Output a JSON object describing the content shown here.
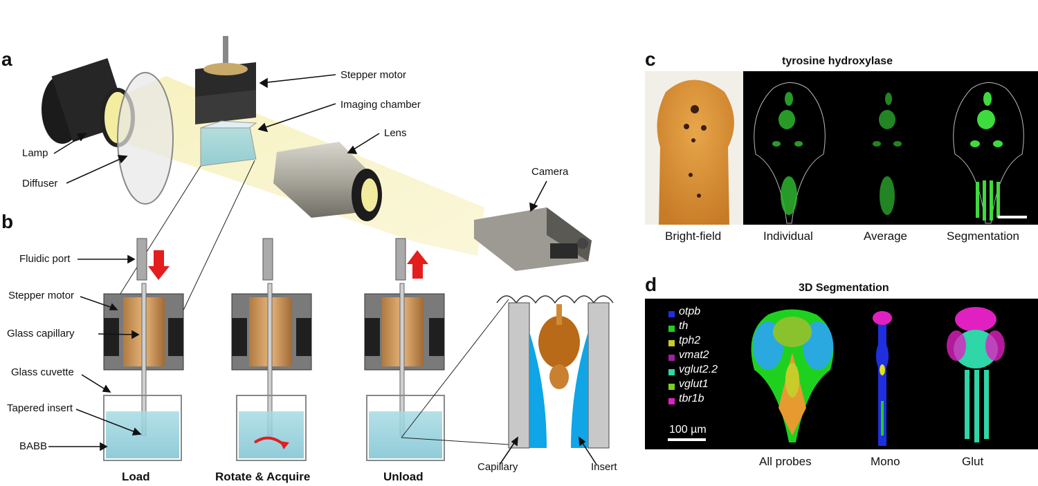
{
  "panels": {
    "a": "a",
    "b": "b",
    "c": "c",
    "d": "d"
  },
  "panel_a": {
    "labels": {
      "stepper_motor": "Stepper motor",
      "imaging_chamber": "Imaging chamber",
      "lens": "Lens",
      "camera": "Camera",
      "lamp": "Lamp",
      "diffuser": "Diffuser"
    }
  },
  "panel_b": {
    "labels": {
      "fluidic_port": "Fluidic port",
      "stepper_motor": "Stepper motor",
      "glass_capillary": "Glass capillary",
      "glass_cuvette": "Glass cuvette",
      "tapered_insert": "Tapered insert",
      "babb": "BABB",
      "capillary": "Capillary",
      "insert": "Insert"
    },
    "steps": [
      "Load",
      "Rotate & Acquire",
      "Unload"
    ]
  },
  "panel_c": {
    "title": "tyrosine hydroxylase",
    "images": [
      "Bright-field",
      "Individual",
      "Average",
      "Segmentation"
    ]
  },
  "panel_d": {
    "title": "3D Segmentation",
    "legend": [
      {
        "label": "otpb",
        "color": "#1f2fe0"
      },
      {
        "label": "th",
        "color": "#1fd11f"
      },
      {
        "label": "tph2",
        "color": "#c8cc2a"
      },
      {
        "label": "vmat2",
        "color": "#a020a0"
      },
      {
        "label": "vglut2.2",
        "color": "#2ed6a8"
      },
      {
        "label": "vglut1",
        "color": "#7fcc1f"
      },
      {
        "label": "tbr1b",
        "color": "#e020c0"
      }
    ],
    "scale_bar": "100 µm",
    "images": [
      "All probes",
      "Mono",
      "Glut"
    ]
  }
}
